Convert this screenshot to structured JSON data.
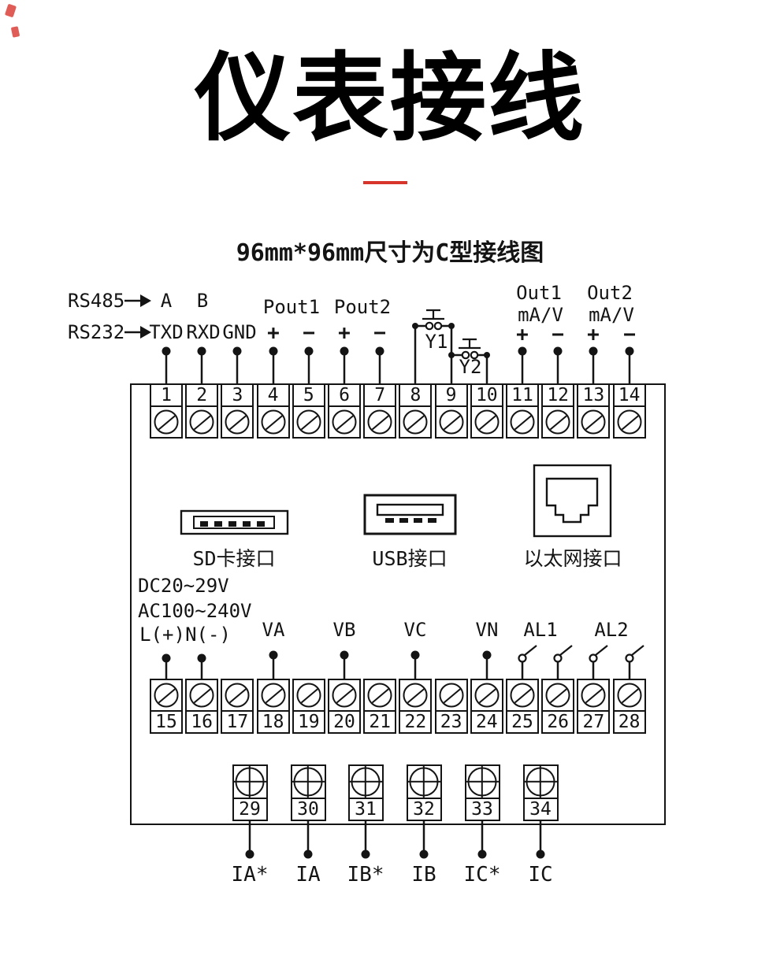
{
  "title": "仪表接线",
  "subtitle": "96mm*96mm尺寸为C型接线图",
  "colors": {
    "ink": "#141414",
    "accent": "#d7342c"
  },
  "comm_labels": {
    "rs485": "RS485",
    "rs232": "RS232",
    "a": "A",
    "b": "B",
    "txd": "TXD",
    "rxd": "RXD",
    "gnd": "GND"
  },
  "analog_out": {
    "pout1": "Pout1",
    "pout2": "Pout2",
    "out1": "Out1",
    "out2": "Out2",
    "unit1": "mA/V",
    "unit2": "mA/V",
    "plus": "+",
    "minus": "−"
  },
  "digital_in": {
    "y1": "Y1",
    "y2": "Y2"
  },
  "terminals": {
    "row1": [
      "1",
      "2",
      "3",
      "4",
      "5",
      "6",
      "7",
      "8",
      "9",
      "10",
      "11",
      "12",
      "13",
      "14"
    ],
    "row2": [
      "15",
      "16",
      "17",
      "18",
      "19",
      "20",
      "21",
      "22",
      "23",
      "24",
      "25",
      "26",
      "27",
      "28"
    ],
    "row3": [
      "29",
      "30",
      "31",
      "32",
      "33",
      "34"
    ]
  },
  "interfaces": {
    "sd": "SD卡接口",
    "usb": "USB接口",
    "ethernet": "以太网接口"
  },
  "power": {
    "dc": "DC20~29V",
    "ac": "AC100~240V",
    "line": "L(+)",
    "neutral": "N(-)"
  },
  "voltage_inputs": {
    "va": "VA",
    "vb": "VB",
    "vc": "VC",
    "vn": "VN"
  },
  "alarm_outputs": {
    "al1": "AL1",
    "al2": "AL2"
  },
  "current_inputs": [
    "IA*",
    "IA",
    "IB*",
    "IB",
    "IC*",
    "IC"
  ]
}
